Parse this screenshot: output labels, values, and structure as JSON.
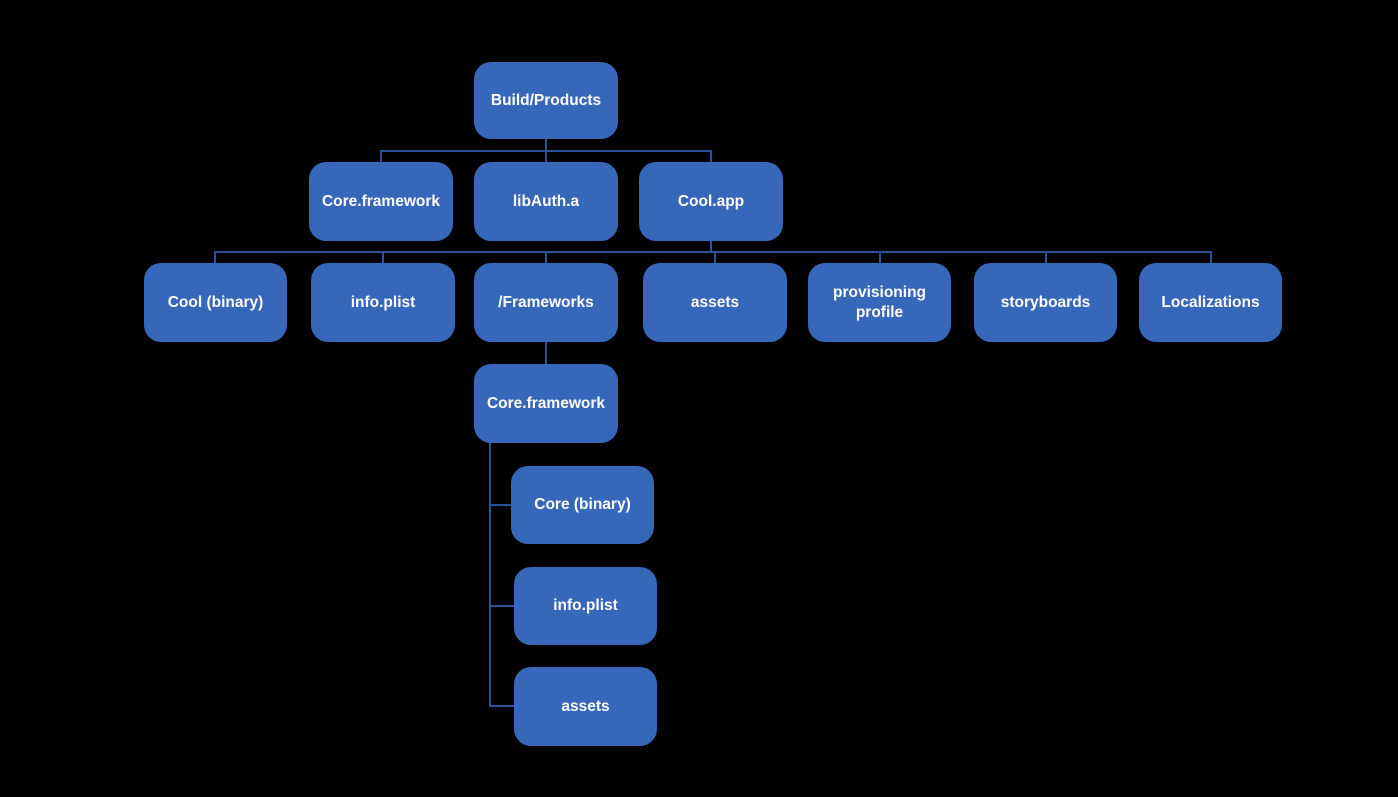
{
  "diagram": {
    "background_color": "#000000",
    "node_fill_color": "#3767B8",
    "node_text_color": "#FFFFFF",
    "connector_color": "#28539B",
    "nodes": [
      {
        "id": "build-products",
        "label": "Build/Products",
        "level": 0,
        "parent": null
      },
      {
        "id": "core-framework",
        "label": "Core.framework",
        "level": 1,
        "parent": "build-products"
      },
      {
        "id": "libauth-a",
        "label": "libAuth.a",
        "level": 1,
        "parent": "build-products"
      },
      {
        "id": "cool-app",
        "label": "Cool.app",
        "level": 1,
        "parent": "build-products"
      },
      {
        "id": "cool-binary",
        "label": "Cool (binary)",
        "level": 2,
        "parent": "cool-app"
      },
      {
        "id": "info-plist",
        "label": "info.plist",
        "level": 2,
        "parent": "cool-app"
      },
      {
        "id": "frameworks",
        "label": "/Frameworks",
        "level": 2,
        "parent": "cool-app"
      },
      {
        "id": "assets",
        "label": "assets",
        "level": 2,
        "parent": "cool-app"
      },
      {
        "id": "provisioning-profile",
        "label": "provisioning profile",
        "level": 2,
        "parent": "cool-app"
      },
      {
        "id": "storyboards",
        "label": "storyboards",
        "level": 2,
        "parent": "cool-app"
      },
      {
        "id": "localizations",
        "label": "Localizations",
        "level": 2,
        "parent": "cool-app"
      },
      {
        "id": "nested-core-framework",
        "label": "Core.framework",
        "level": 3,
        "parent": "frameworks"
      },
      {
        "id": "nested-core-binary",
        "label": "Core (binary)",
        "level": 4,
        "parent": "nested-core-framework"
      },
      {
        "id": "nested-info-plist",
        "label": "info.plist",
        "level": 4,
        "parent": "nested-core-framework"
      },
      {
        "id": "nested-assets",
        "label": "assets",
        "level": 4,
        "parent": "nested-core-framework"
      }
    ],
    "edges": [
      {
        "from": "build-products",
        "to": "core-framework"
      },
      {
        "from": "build-products",
        "to": "libauth-a"
      },
      {
        "from": "build-products",
        "to": "cool-app"
      },
      {
        "from": "cool-app",
        "to": "cool-binary"
      },
      {
        "from": "cool-app",
        "to": "info-plist"
      },
      {
        "from": "cool-app",
        "to": "frameworks"
      },
      {
        "from": "cool-app",
        "to": "assets"
      },
      {
        "from": "cool-app",
        "to": "provisioning-profile"
      },
      {
        "from": "cool-app",
        "to": "storyboards"
      },
      {
        "from": "cool-app",
        "to": "localizations"
      },
      {
        "from": "frameworks",
        "to": "nested-core-framework"
      },
      {
        "from": "nested-core-framework",
        "to": "nested-core-binary"
      },
      {
        "from": "nested-core-framework",
        "to": "nested-info-plist"
      },
      {
        "from": "nested-core-framework",
        "to": "nested-assets"
      }
    ]
  }
}
